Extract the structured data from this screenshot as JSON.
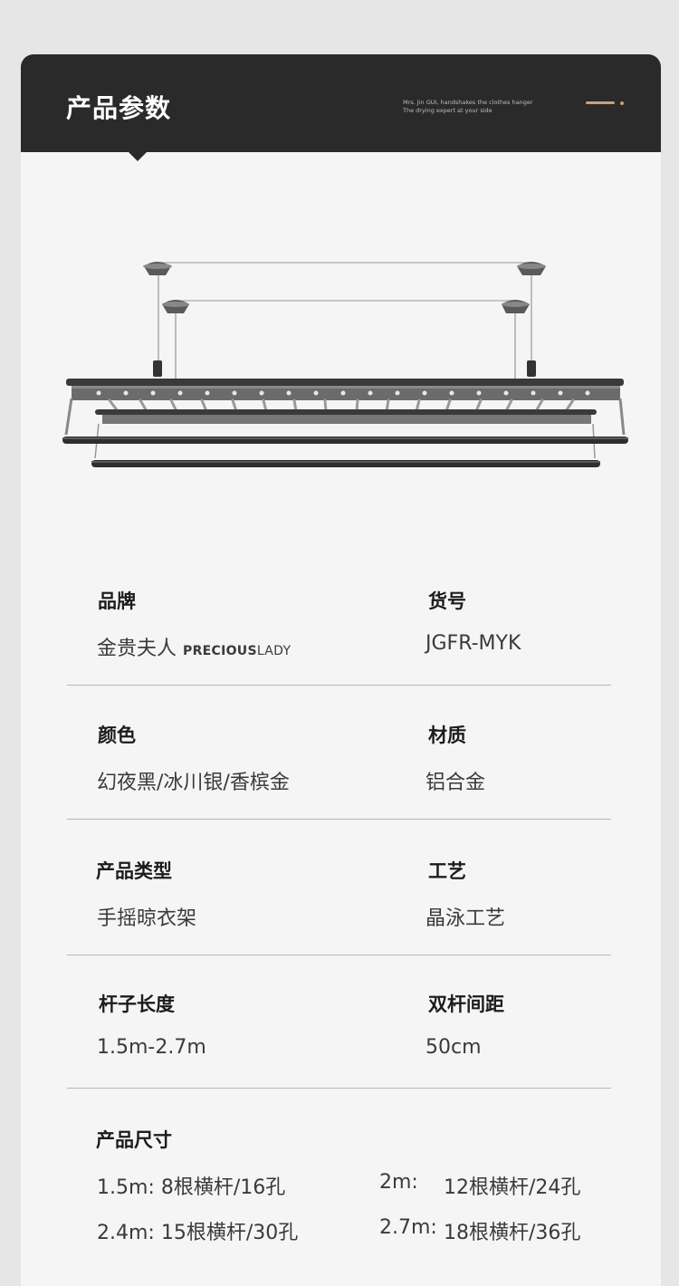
{
  "header": {
    "title": "产品参数",
    "slogan_line1": "Mrs. Jin GUI, handshakes the clothes hanger",
    "slogan_line2": "The drying expert at your side"
  },
  "specs": {
    "brand": {
      "label": "品牌",
      "value_cn": "金贵夫人",
      "value_en_bold": "PRECIOUS",
      "value_en": "LADY"
    },
    "model": {
      "label": "货号",
      "value": "JGFR-MYK"
    },
    "color": {
      "label": "颜色",
      "value": "幻夜黑/冰川银/香槟金"
    },
    "material": {
      "label": "材质",
      "value": "铝合金"
    },
    "type": {
      "label": "产品类型",
      "value": "手摇晾衣架"
    },
    "craft": {
      "label": "工艺",
      "value": "晶泳工艺"
    },
    "rod_length": {
      "label": "杆子长度",
      "value": "1.5m-2.7m"
    },
    "rod_spacing": {
      "label": "双杆间距",
      "value": "50cm"
    },
    "size": {
      "label": "产品尺寸",
      "rows": [
        {
          "left_key": "1.5m:",
          "left_val": "8根横杆/16孔",
          "right_key": "2m:",
          "right_val": "12根横杆/24孔"
        },
        {
          "left_key": "2.4m:",
          "left_val": "15根横杆/30孔",
          "right_key": "2.7m:",
          "right_val": "18根横杆/36孔"
        }
      ]
    }
  },
  "colors": {
    "header_bg": "#2a2a2a",
    "accent": "#c8a17a",
    "card_bg": "#f6f5f5",
    "page_bg": "#e6e6e6"
  }
}
